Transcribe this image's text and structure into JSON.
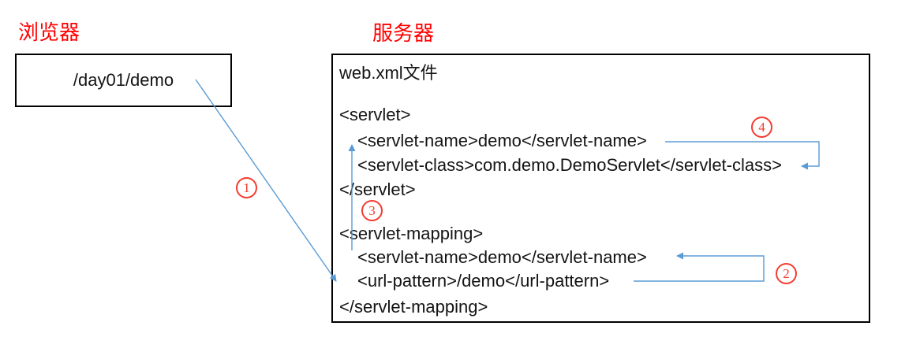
{
  "headers": {
    "browser_label": "浏览器",
    "server_label": "服务器"
  },
  "browser_box": {
    "request_url": "/day01/demo"
  },
  "server_box": {
    "file_title": "web.xml文件",
    "xml_lines": [
      {
        "text": "<servlet>",
        "indent": 0
      },
      {
        "text": "<servlet-name>demo</servlet-name>",
        "indent": 1
      },
      {
        "text": "<servlet-class>com.demo.DemoServlet</servlet-class>",
        "indent": 1
      },
      {
        "text": "</servlet>",
        "indent": 0
      },
      {
        "text": "<servlet-mapping>",
        "indent": 0
      },
      {
        "text": "<servlet-name>demo</servlet-name>",
        "indent": 1
      },
      {
        "text": "<url-pattern>/demo</url-pattern>",
        "indent": 1
      },
      {
        "text": "</servlet-mapping>",
        "indent": 0
      }
    ]
  },
  "step_markers": [
    {
      "digit": "1"
    },
    {
      "digit": "2"
    },
    {
      "digit": "3"
    },
    {
      "digit": "4"
    }
  ],
  "colors": {
    "arrow_blue": "#5b9bd5",
    "header_red": "#ff0000",
    "marker_red": "#f43b30",
    "text_black": "#141414",
    "border_black": "#000000"
  }
}
